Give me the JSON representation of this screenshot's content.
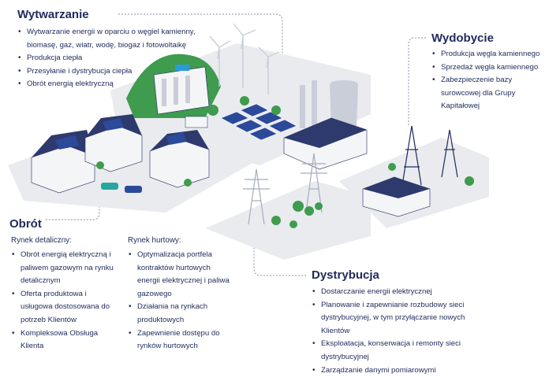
{
  "sections": {
    "wytwarzanie": {
      "title": "Wytwarzanie",
      "items": [
        "Wytwarzanie energii w oparciu o węgiel kamienny,",
        "biomasę, gaz, wiatr, wodę, biogaz i fotowoltaikę",
        "Produkcja ciepła",
        "Przesyłanie i dystrybucja ciepła",
        "Obrót energią elektryczną"
      ]
    },
    "wydobycie": {
      "title": "Wydobycie",
      "items": [
        "Produkcja węgla kamiennego",
        "Sprzedaż węgla kamiennego",
        "Zabezpieczenie bazy",
        "surowcowej dla Grupy",
        "Kapitałowej"
      ]
    },
    "obrot": {
      "title": "Obrót",
      "detaliczny": {
        "heading": "Rynek detaliczny:",
        "items": [
          "Obrót energią elektryczną i",
          "paliwem gazowym na rynku",
          "detalicznym",
          "Oferta produktowa i",
          "usługowa dostosowana do",
          "potrzeb Klientów",
          "Kompleksowa Obsługa",
          "Klienta"
        ]
      },
      "hurtowy": {
        "heading": "Rynek hurtowy:",
        "items": [
          "Optymalizacja portfela",
          "kontraktów hurtowych",
          "energii elektrycznej i paliwa",
          "gazowego",
          "Działania na rynkach",
          "produktowych",
          "Zapewnienie dostępu do",
          "rynków hurtowych"
        ]
      }
    },
    "dystrybucja": {
      "title": "Dystrybucja",
      "items": [
        "Dostarczanie energii elektrycznej",
        "Planowanie i zapewnianie rozbudowy sieci",
        "dystrybucyjnej, w tym przyłączanie nowych",
        "Klientów",
        "Eksploatacja, konserwacja i remonty sieci",
        "dystrybucyjnej",
        "Zarządzanie danymi pomiarowymi"
      ]
    }
  },
  "colors": {
    "navy": "#1f2a5c",
    "ground": "#e9ebef",
    "grass": "#3f9b4e",
    "solar": "#2c4a9a",
    "roof": "#2e3a6e",
    "wall": "#f4f5f7",
    "car": "#2aa6a0"
  }
}
